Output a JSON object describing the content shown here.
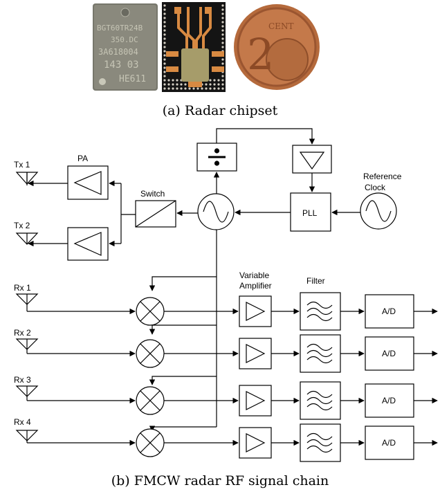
{
  "figure": {
    "caption_a": "(a) Radar chipset",
    "caption_b": "(b) FMCW radar RF signal chain"
  },
  "chip_package": {
    "markings": [
      "BGT60TR24B",
      "350.DC",
      "3A618004",
      "143 03",
      "HE611"
    ]
  },
  "coin": {
    "denomination": "2",
    "text": "CENT"
  },
  "diagram": {
    "tx": [
      "Tx 1",
      "Tx 2"
    ],
    "rx": [
      "Rx 1",
      "Rx 2",
      "Rx 3",
      "Rx 4"
    ],
    "pa_label": "PA",
    "switch_label": "Switch",
    "pll_label": "PLL",
    "reference_clock": [
      "Reference",
      "Clock"
    ],
    "variable_amplifier": [
      "Variable",
      "Amplifier"
    ],
    "filter_label": "Filter",
    "adc_label": "A/D"
  }
}
